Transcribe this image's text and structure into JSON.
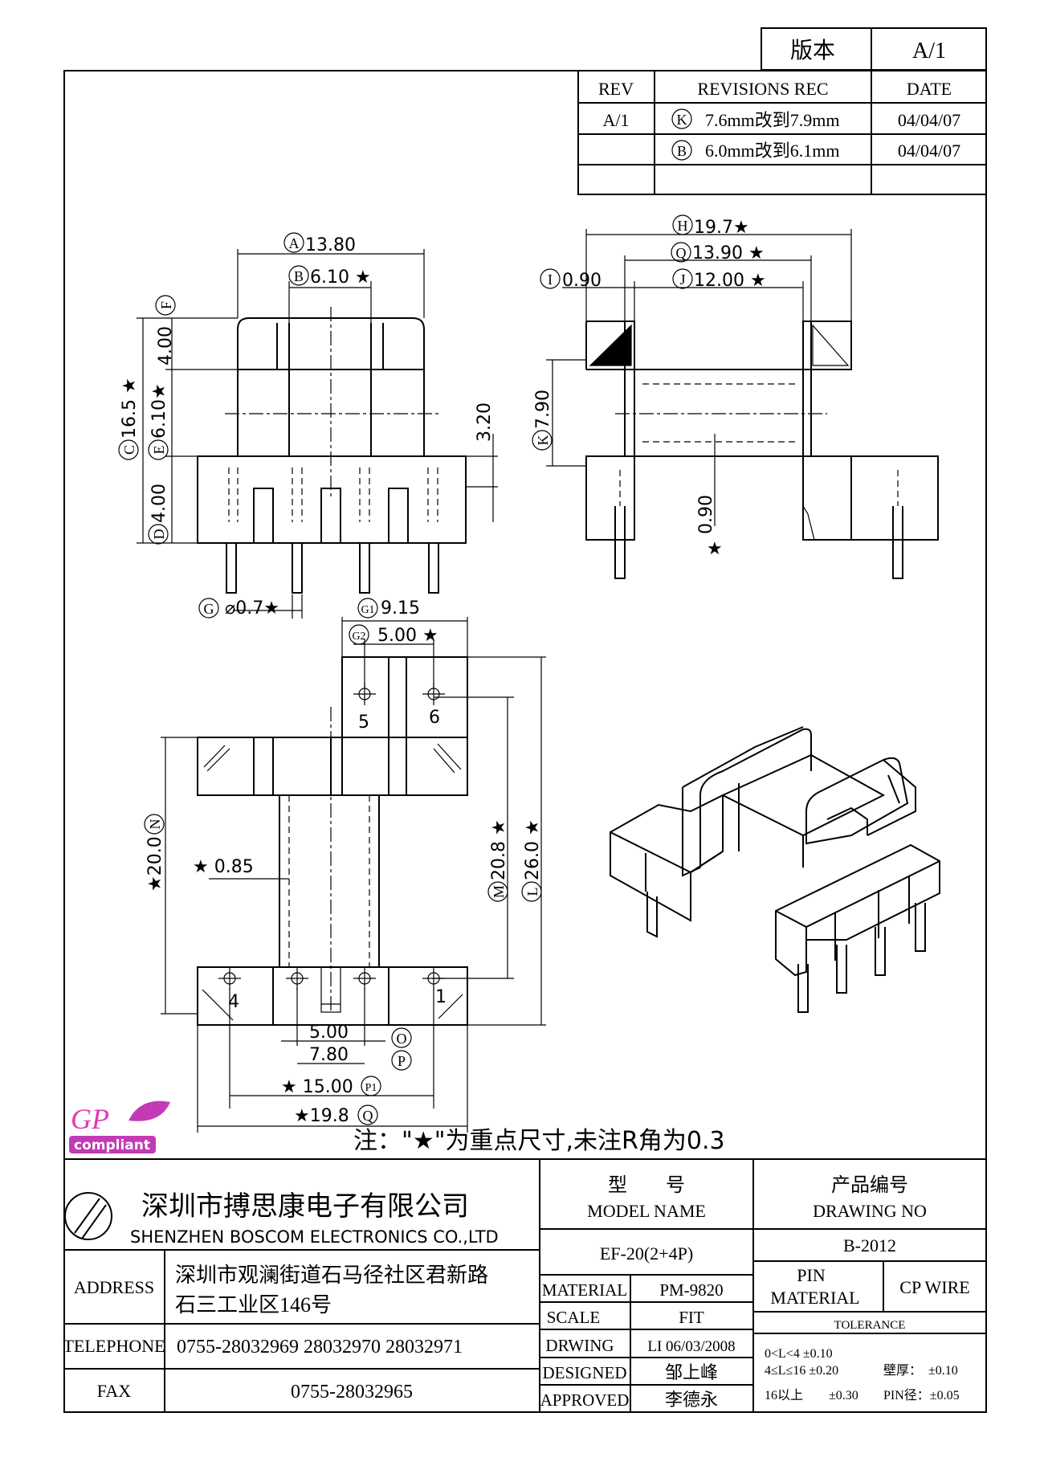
{
  "version_box": {
    "label": "版本",
    "value": "A/1"
  },
  "revisions": {
    "headers": {
      "rev": "REV",
      "rec": "REVISIONS REC",
      "date": "DATE"
    },
    "rows": [
      {
        "rev": "A/1",
        "mark": "K",
        "text": "7.6mm改到7.9mm",
        "date": "04/04/07"
      },
      {
        "rev": "",
        "mark": "B",
        "text": "6.0mm改到6.1mm",
        "date": "04/04/07"
      }
    ]
  },
  "dimensions": {
    "A": "13.80",
    "B": "6.10 ★",
    "C": "16.5 ★",
    "D": "4.00",
    "E": "6.10★",
    "F": "4.00",
    "h320": "3.20",
    "G": "⌀0.7★",
    "G1": "9.15",
    "G2": "5.00 ★",
    "H": "19.7★",
    "Q_top": "13.90 ★",
    "I": "0.90",
    "J": "12.00 ★",
    "K": "7.90",
    "v090": "0.90",
    "star": "★",
    "N": "★20.0",
    "d085": "★ 0.85",
    "M": "20.8 ★",
    "L": "26.0 ★",
    "O": "5.00",
    "P": "7.80",
    "P1": "★ 15.00",
    "Q": "★19.8",
    "pin5": "5",
    "pin6": "6",
    "pin4": "4",
    "pin1": "1"
  },
  "note": "注：\"★\"为重点尺寸,未注R角为0.3",
  "logo": {
    "gp": "GP",
    "compliant": "compliant"
  },
  "company": {
    "cn": "深圳市搏思康电子有限公司",
    "en": "SHENZHEN BOSCOM ELECTRONICS CO.,LTD"
  },
  "title_block": {
    "model_cn": "型　　号",
    "model_en": "MODEL NAME",
    "drawing_cn": "产品编号",
    "drawing_en": "DRAWING NO",
    "model_value": "EF-20(2+4P)",
    "drawing_value": "B-2012",
    "address_label": "ADDRESS",
    "address_line1": "深圳市观澜街道石马径社区君新路",
    "address_line2": "石三工业区146号",
    "telephone_label": "TELEPHONE",
    "telephone": "0755-28032969  28032970  28032971",
    "fax_label": "FAX",
    "fax": "0755-28032965",
    "material_label": "MATERIAL",
    "material": "PM-9820",
    "scale_label": "SCALE",
    "scale": "FIT",
    "drawing_label": "DRWING",
    "drawing": "LI 06/03/2008",
    "designed_label": "DESIGNED",
    "designed": "邹上峰",
    "approved_label": "APPROVED",
    "approved": "李德永",
    "pin_label1": "PIN",
    "pin_label2": "MATERIAL",
    "pin_value": "CP WIRE",
    "tolerance_label": "TOLERANCE",
    "tol1": "0<L<4  ±0.10",
    "tol2": "4≤L≤16  ±0.20",
    "tol3": "16以上　　±0.30",
    "wall": "壁厚：　±0.10",
    "pin_dia": "PIN径：±0.05"
  }
}
